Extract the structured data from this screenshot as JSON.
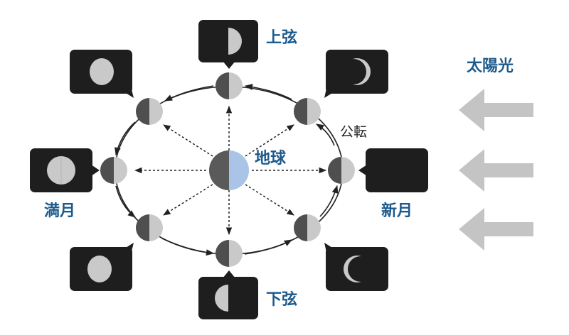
{
  "labels": {
    "first_quarter": "上弦",
    "last_quarter": "下弦",
    "full_moon": "満月",
    "new_moon": "新月",
    "earth": "地球",
    "sunlight": "太陽光",
    "revolution": "公転"
  },
  "colors": {
    "label_blue": "#1d5a8c",
    "earth_night": "#5a5a5a",
    "earth_day": "#a9c4e6",
    "moon_dark": "#4f4f4f",
    "moon_lit": "#c9c9c9",
    "panel_bg": "#1e1e1e",
    "sun_arrow": "#c4c4c4"
  },
  "phases": [
    {
      "id": "new-moon",
      "appearance": "dark"
    },
    {
      "id": "waxing-crescent",
      "appearance": "crescent-right"
    },
    {
      "id": "first-quarter",
      "appearance": "half-right"
    },
    {
      "id": "waxing-gibbous",
      "appearance": "gibbous-right"
    },
    {
      "id": "full-moon",
      "appearance": "full"
    },
    {
      "id": "waning-gibbous",
      "appearance": "gibbous-left"
    },
    {
      "id": "last-quarter",
      "appearance": "half-left"
    },
    {
      "id": "waning-crescent",
      "appearance": "crescent-left"
    }
  ]
}
